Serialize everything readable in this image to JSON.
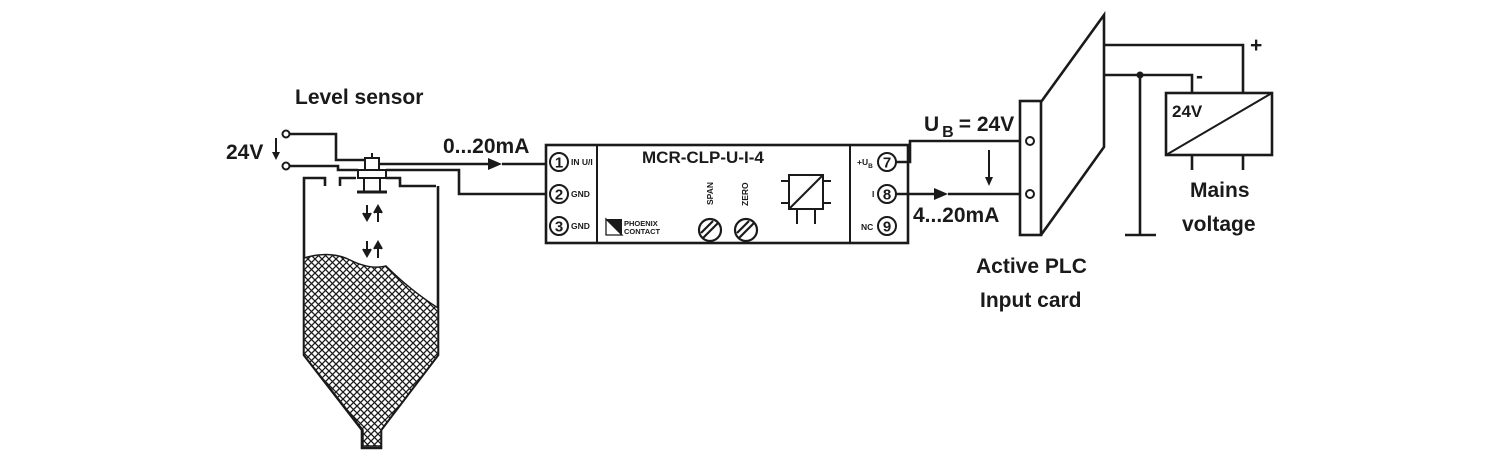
{
  "labels": {
    "level_sensor": "Level sensor",
    "supply_24v": "24V",
    "signal_in": "0...20mA",
    "module_name": "MCR-CLP-U-I-4",
    "signal_out": "4...20mA",
    "ub_u": "U",
    "ub_sub": "B",
    "ub_rest": "= 24V",
    "plc_line1": "Active PLC",
    "plc_line2": "Input card",
    "ps_voltage": "24V",
    "mains_line1": "Mains",
    "mains_line2": "voltage",
    "plus": "+",
    "minus": "-",
    "span": "SPAN",
    "zero": "ZERO",
    "logo_line1": "PHOENIX",
    "logo_line2": "CONTACT"
  },
  "terminals": {
    "t1": {
      "num": "1",
      "label": "IN U/I"
    },
    "t2": {
      "num": "2",
      "label": "GND"
    },
    "t3": {
      "num": "3",
      "label": "GND"
    },
    "t7": {
      "num": "7",
      "label_main": "+U",
      "label_sub": "B"
    },
    "t8": {
      "num": "8",
      "label": "I"
    },
    "t9": {
      "num": "9",
      "label": "NC"
    }
  }
}
